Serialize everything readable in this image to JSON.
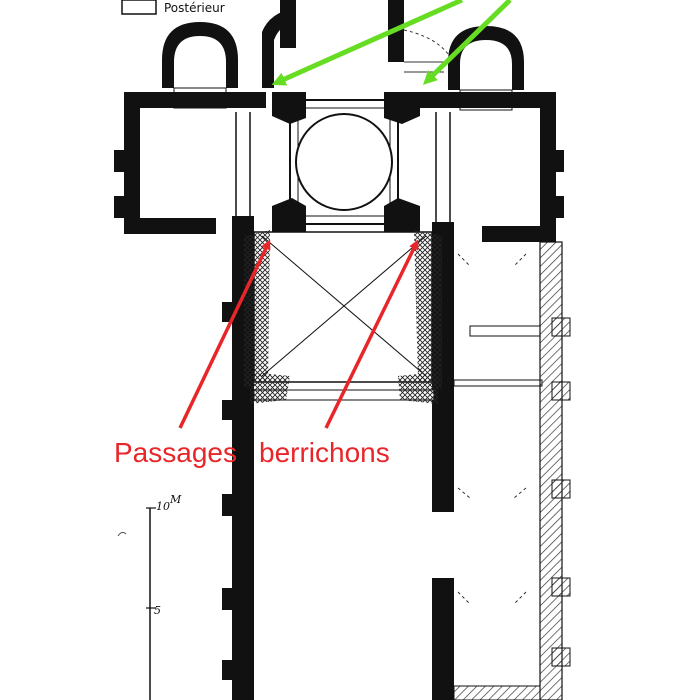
{
  "legend": {
    "label": "Postérieur"
  },
  "annotation": {
    "label_left": "Passages",
    "label_right": "berrichons",
    "arrow_color": "#e8262a",
    "top_arrow_color": "#66dd22"
  },
  "scale_bar": {
    "top_label": "10",
    "top_unit": "M",
    "mid_label": "5"
  },
  "colors": {
    "wall": "#111111",
    "hatch": "#444444",
    "background": "#ffffff"
  }
}
